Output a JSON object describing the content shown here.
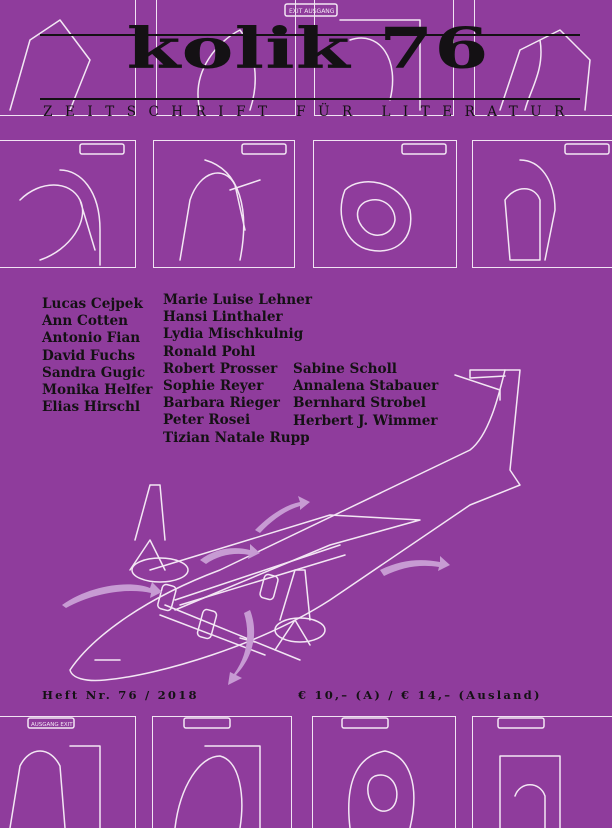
{
  "title": "kolik 76",
  "subtitle": "ZEITSCHRIFT FÜR LITERATUR",
  "authors_col1": [
    "Lucas Cejpek",
    "Ann Cotten",
    "Antonio Fian",
    "David Fuchs",
    "Sandra Gugic",
    "Monika Helfer",
    "Elias Hirschl"
  ],
  "authors_col2": [
    "Marie Luise Lehner",
    "Hansi Linthaler",
    "Lydia Mischkulnig",
    "Ronald Pohl",
    "Robert Prosser",
    "Sophie Reyer",
    "Barbara Rieger",
    "Peter Rosei",
    "Tizian Natale Rupp"
  ],
  "authors_col3": [
    "Sabine Scholl",
    "Annalena Stabauer",
    "Bernhard Strobel",
    "Herbert J. Wimmer"
  ],
  "issue": "Heft Nr. 76 / 2018",
  "price": "€ 10,– (A) / € 14,– (Ausland)",
  "signs": {
    "exit_top": "EXIT AUSGANG",
    "exit_bottom": "AUSGANG EXIT"
  },
  "colors": {
    "background": "#8f3c9c",
    "ink": "#141114",
    "line": "#f3e7f4"
  }
}
